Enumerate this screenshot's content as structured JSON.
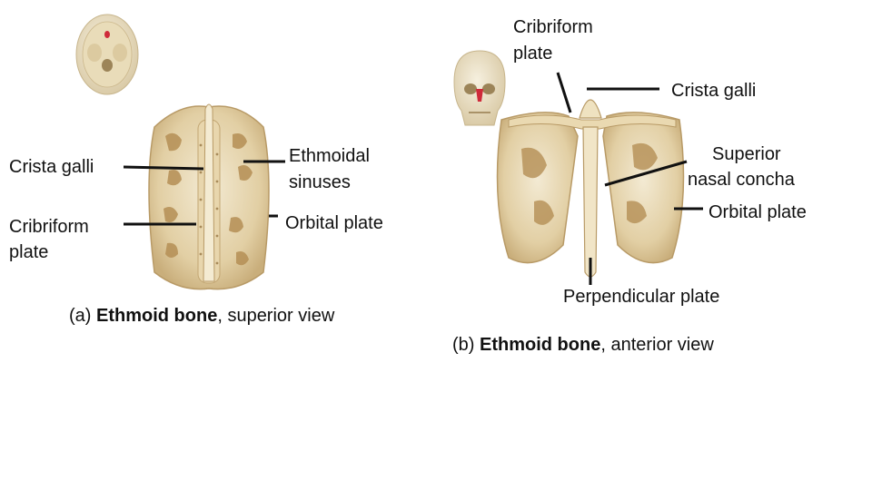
{
  "panel_a": {
    "labels": {
      "crista_galli": "Crista galli",
      "cribriform_line1": "Cribriform",
      "cribriform_line2": "plate",
      "ethmoidal_line1": "Ethmoidal",
      "ethmoidal_line2": "sinuses",
      "orbital_plate": "Orbital plate"
    },
    "caption": {
      "prefix": "(a) ",
      "bold": "Ethmoid bone",
      "suffix": ", superior view"
    }
  },
  "panel_b": {
    "labels": {
      "cribriform_line1": "Cribriform",
      "cribriform_line2": "plate",
      "crista_galli": "Crista galli",
      "superior_line1": "Superior",
      "superior_line2": "nasal concha",
      "orbital_plate": "Orbital plate",
      "perpendicular_plate": "Perpendicular plate"
    },
    "caption": {
      "prefix": "(b) ",
      "bold": "Ethmoid bone",
      "suffix": ", anterior view"
    }
  },
  "colors": {
    "bone_light": "#efe4c8",
    "bone_mid": "#ddc79a",
    "bone_dark": "#b89a66",
    "highlight": "#cf2a3a",
    "leader": "#111111"
  }
}
